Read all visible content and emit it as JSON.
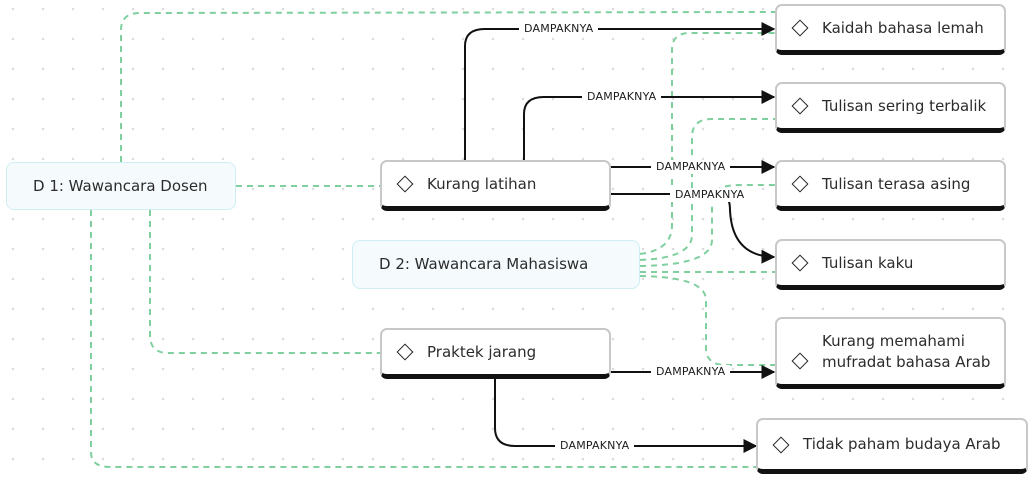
{
  "diagram": {
    "sources": [
      {
        "id": "d1",
        "label": "D 1: Wawancara Dosen"
      },
      {
        "id": "d2",
        "label": "D 2: Wawancara Mahasiswa"
      }
    ],
    "causes": [
      {
        "id": "kurang-latihan",
        "label": "Kurang latihan",
        "icon": "diamond-icon"
      },
      {
        "id": "praktek-jarang",
        "label": "Praktek jarang",
        "icon": "diamond-icon"
      }
    ],
    "effects": [
      {
        "id": "kaidah",
        "label": "Kaidah bahasa lemah",
        "icon": "diamond-icon"
      },
      {
        "id": "terbalik",
        "label": "Tulisan sering terbalik",
        "icon": "diamond-icon"
      },
      {
        "id": "asing",
        "label": "Tulisan terasa asing",
        "icon": "diamond-icon"
      },
      {
        "id": "kaku",
        "label": "Tulisan kaku",
        "icon": "diamond-icon"
      },
      {
        "id": "mufradat",
        "label": "Kurang memahami mufradat bahasa Arab",
        "icon": "diamond-icon"
      },
      {
        "id": "budaya",
        "label": "Tidak paham budaya Arab",
        "icon": "diamond-icon"
      }
    ],
    "relation_edges": [
      {
        "from": "kurang-latihan",
        "to": "kaidah",
        "label": "DAMPAKNYA"
      },
      {
        "from": "kurang-latihan",
        "to": "terbalik",
        "label": "DAMPAKNYA"
      },
      {
        "from": "kurang-latihan",
        "to": "asing",
        "label": "DAMPAKNYA"
      },
      {
        "from": "kurang-latihan",
        "to": "kaku",
        "label": "DAMPAKNYA"
      },
      {
        "from": "praktek-jarang",
        "to": "mufradat",
        "label": "DAMPAKNYA"
      },
      {
        "from": "praktek-jarang",
        "to": "budaya",
        "label": "DAMPAKNYA"
      }
    ],
    "source_links": [
      {
        "from": "d1",
        "to": "kaidah"
      },
      {
        "from": "d1",
        "to": "kurang-latihan"
      },
      {
        "from": "d1",
        "to": "praktek-jarang"
      },
      {
        "from": "d1",
        "to": "budaya"
      },
      {
        "from": "d2",
        "to": "kaidah"
      },
      {
        "from": "d2",
        "to": "terbalik"
      },
      {
        "from": "d2",
        "to": "asing"
      },
      {
        "from": "d2",
        "to": "kaku"
      },
      {
        "from": "d2",
        "to": "mufradat"
      }
    ]
  }
}
